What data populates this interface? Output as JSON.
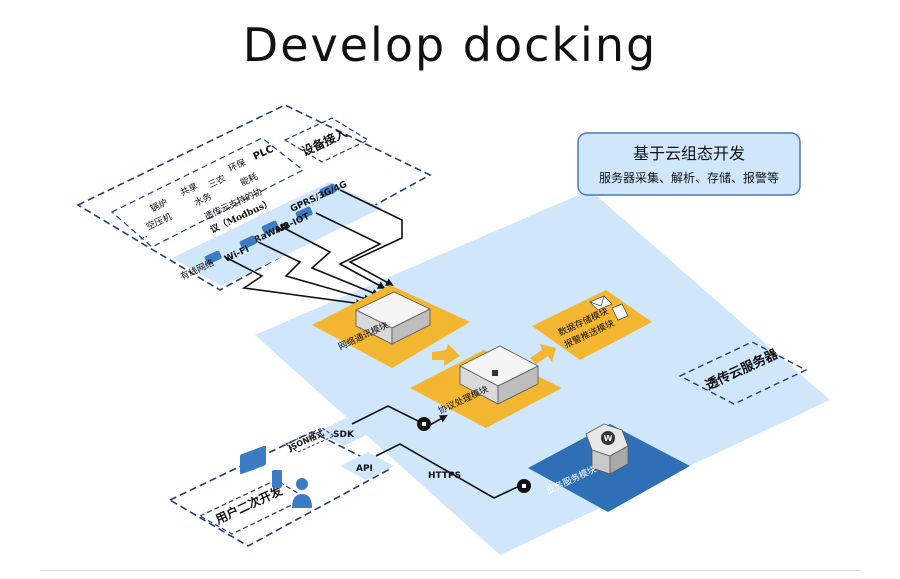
{
  "title": "Develop docking",
  "cloud_config": {
    "heading": "基于云组态开发",
    "subtitle": "服务器采集、解析、存储、报警等"
  },
  "device_access": {
    "label": "设备接入",
    "plc": "PLC",
    "devices": [
      "环保",
      "能耗",
      "三农",
      "共享",
      "水务",
      "锅炉",
      "空压机",
      "..."
    ],
    "protocol_line1": "透传云支持的协",
    "protocol_line2": "议（Modbus）"
  },
  "networks": [
    "GPRS/3G/4G",
    "NB-IOT",
    "LoRaWAN",
    "Wi-Fi",
    "有线网络"
  ],
  "modules": {
    "network": "网络通讯模块",
    "protocol": "协议处理模块",
    "storage_line1": "数据存储模块",
    "storage_line2": "报警推送模块",
    "business": "业务服务模块"
  },
  "server_label": "透传云服务器",
  "user_dev": {
    "label": "用户二次开发",
    "sdk": "SDK",
    "api": "API",
    "json": "JSON格式",
    "https": "HTTPS"
  },
  "colors": {
    "platform": "#cfe6fb",
    "module": "#f3b630",
    "business": "#2f6fb6",
    "arrow": "#111111",
    "dashed": "#1f3f7a"
  }
}
